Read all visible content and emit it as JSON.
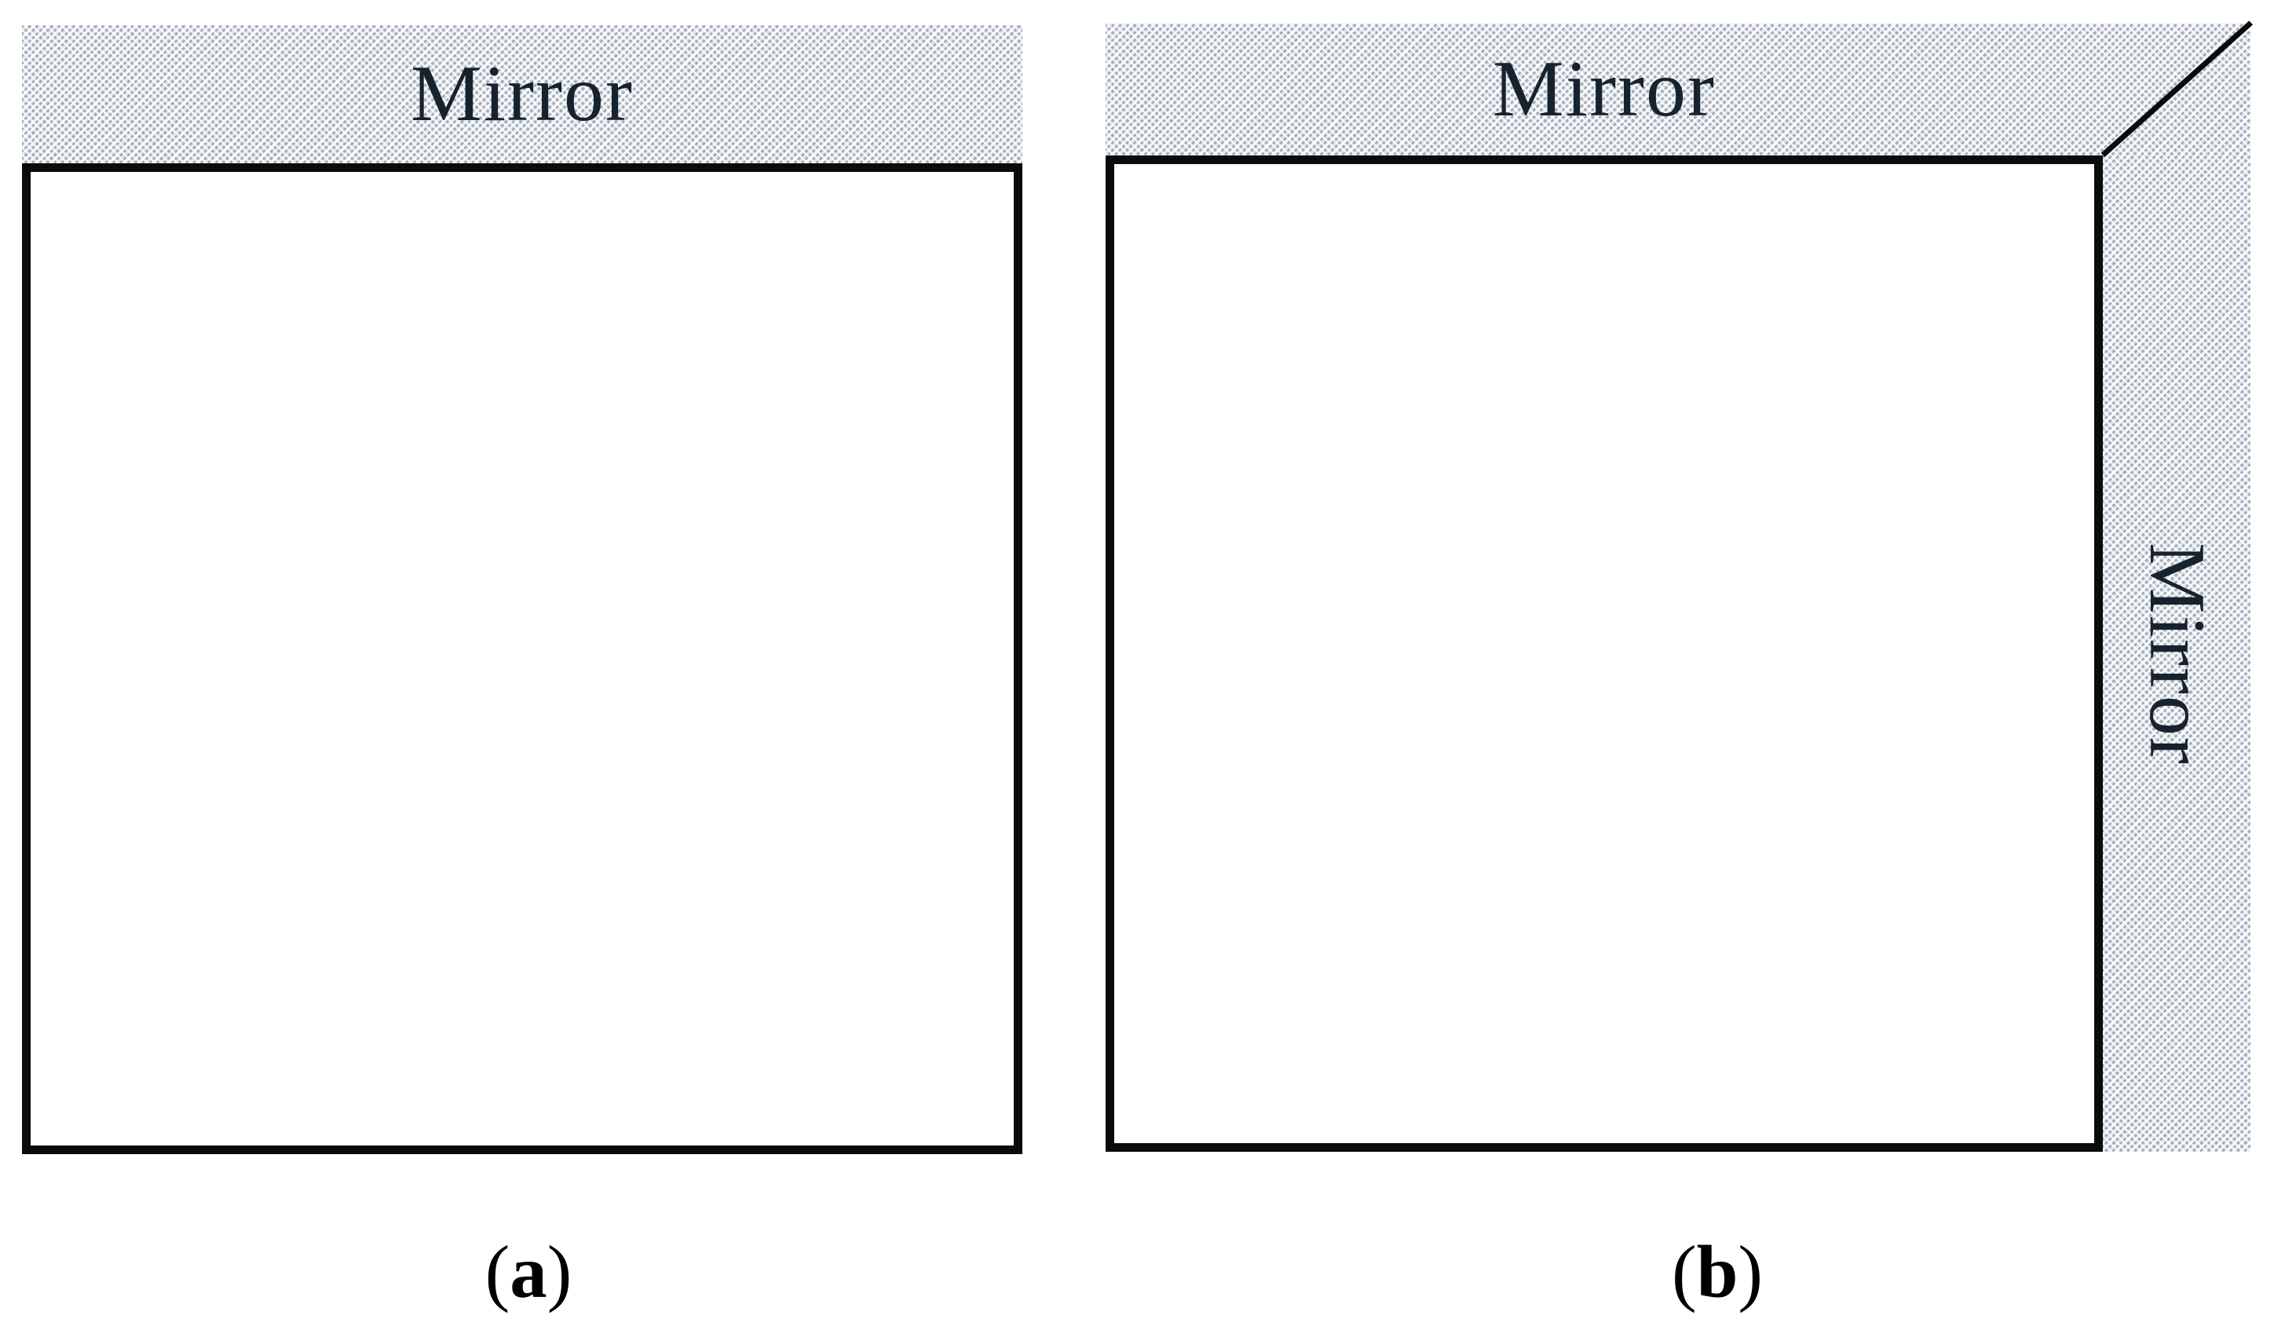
{
  "figure": {
    "type": "schematic-diagram",
    "description_visible_text_only": true,
    "panels": [
      {
        "id": "a",
        "caption_prefix": "(",
        "caption_letter": "a",
        "caption_suffix": ")",
        "mirrors": [
          {
            "position": "top",
            "label": "Mirror"
          }
        ]
      },
      {
        "id": "b",
        "caption_prefix": "(",
        "caption_letter": "b",
        "caption_suffix": ")",
        "mirrors": [
          {
            "position": "top",
            "label": "Mirror"
          },
          {
            "position": "right",
            "label": "Mirror"
          }
        ]
      }
    ],
    "colors": {
      "text": "#17222f",
      "border": "#0b0b0b",
      "hatch_gray": "#a2a9b2",
      "hatch_tint": "#dce4ee",
      "background": "#ffffff"
    }
  }
}
